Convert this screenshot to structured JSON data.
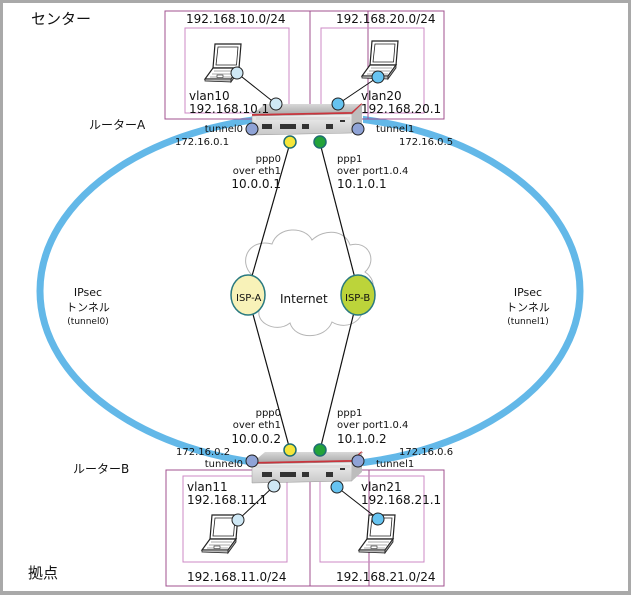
{
  "sites": {
    "center_label": "センター",
    "branch_label": "拠点"
  },
  "router_a": {
    "name": "ルーターA",
    "tunnel0": {
      "name": "tunnel0",
      "ip": "172.16.0.1"
    },
    "tunnel1": {
      "name": "tunnel1",
      "ip": "172.16.0.5"
    },
    "ppp0": {
      "name": "ppp0",
      "over": "over eth1",
      "ip": "10.0.0.1"
    },
    "ppp1": {
      "name": "ppp1",
      "over": "over port1.0.4",
      "ip": "10.1.0.1"
    },
    "vlan10": {
      "name": "vlan10",
      "ip": "192.168.10.1",
      "subnet": "192.168.10.0/24"
    },
    "vlan20": {
      "name": "vlan20",
      "ip": "192.168.20.1",
      "subnet": "192.168.20.0/24"
    }
  },
  "router_b": {
    "name": "ルーターB",
    "tunnel0": {
      "name": "tunnel0",
      "ip": "172.16.0.2"
    },
    "tunnel1": {
      "name": "tunnel1",
      "ip": "172.16.0.6"
    },
    "ppp0": {
      "name": "ppp0",
      "over": "over eth1",
      "ip": "10.0.0.2"
    },
    "ppp1": {
      "name": "ppp1",
      "over": "over port1.0.4",
      "ip": "10.1.0.2"
    },
    "vlan11": {
      "name": "vlan11",
      "ip": "192.168.11.1",
      "subnet": "192.168.11.0/24"
    },
    "vlan21": {
      "name": "vlan21",
      "ip": "192.168.21.1",
      "subnet": "192.168.21.0/24"
    }
  },
  "internet": {
    "label": "Internet",
    "isp_a": "ISP-A",
    "isp_b": "ISP-B"
  },
  "tunnels": {
    "left": {
      "line1": "IPsec",
      "line2": "トンネル",
      "line3": "(tunnel0)"
    },
    "right": {
      "line1": "IPsec",
      "line2": "トンネル",
      "line3": "(tunnel1)"
    }
  },
  "colors": {
    "tunnel_arc": "#63b8e8",
    "tunnel_port": "#8fa3d6",
    "ppp0_port": "#f5e63a",
    "ppp1_port": "#22a33a",
    "vlan_light": "#cfe8f5",
    "vlan_blue": "#66c3f0",
    "isp_a_fill": "#f8f2b8",
    "isp_b_fill": "#bcd43a",
    "site_border": "#a0508f",
    "vlan_border": "#cc88c4",
    "router_red": "#c9343c"
  }
}
